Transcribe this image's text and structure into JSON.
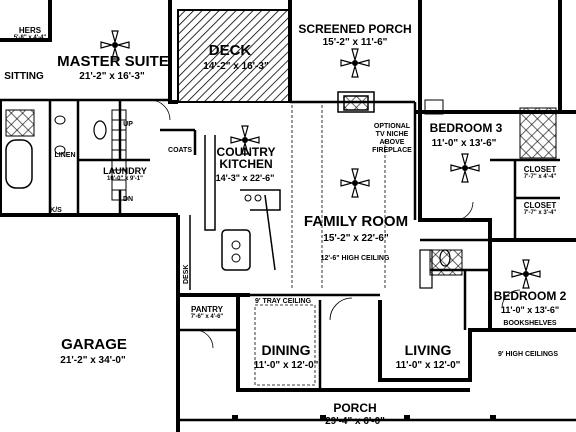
{
  "rooms": {
    "master_suite": {
      "name": "MASTER SUITE",
      "dims": "21'-2\" x 16'-3\""
    },
    "hers": {
      "name": "HERS",
      "dims": "5'-8\" x 4'-4\""
    },
    "sitting": {
      "name": "SITTING"
    },
    "deck": {
      "name": "DECK",
      "dims": "14'-2\" x 16'-3\""
    },
    "screened_porch": {
      "name": "SCREENED PORCH",
      "dims": "15'-2\" x 11'-6\""
    },
    "bedroom3": {
      "name": "BEDROOM 3",
      "dims": "11'-0\" x 13'-6\""
    },
    "closet_upper": {
      "name": "CLOSET",
      "dims": "7'-7\" x 4'-4\""
    },
    "closet_lower": {
      "name": "CLOSET",
      "dims": "7'-7\" x 3'-4\""
    },
    "linen": {
      "name": "LINEN"
    },
    "up": {
      "name": "UP"
    },
    "dn": {
      "name": "DN"
    },
    "coats": {
      "name": "COATS"
    },
    "laundry": {
      "name": "LAUNDRY",
      "dims": "10'-0\" x 9'-1\""
    },
    "ks": {
      "name": "K/S"
    },
    "country_kitchen": {
      "name": "COUNTRY",
      "name2": "KITCHEN",
      "dims": "14'-3\" x 22'-6\""
    },
    "fireplace_note": {
      "line1": "OPTIONAL",
      "line2": "TV NICHE",
      "line3": "ABOVE",
      "line4": "FIREPLACE"
    },
    "family_room": {
      "name": "FAMILY ROOM",
      "dims": "15'-2\" x 22'-6\"",
      "note": "12'-6\" HIGH CEILING"
    },
    "desk": {
      "name": "DESK"
    },
    "pantry": {
      "name": "PANTRY",
      "dims": "7'-6\" x 4'-6\""
    },
    "bedroom2": {
      "name": "BEDROOM 2",
      "dims": "11'-0\" x 13'-6\"",
      "note": "BOOKSHELVES"
    },
    "tray_ceiling": {
      "name": "9' TRAY CEILING"
    },
    "garage": {
      "name": "GARAGE",
      "dims": "21'-2\" x 34'-0\""
    },
    "dining": {
      "name": "DINING",
      "dims": "11'-0\" x 12'-0\""
    },
    "living": {
      "name": "LIVING",
      "dims": "11'-0\" x 12'-0\""
    },
    "high_ceilings": {
      "name": "9' HIGH CEILINGS"
    },
    "porch": {
      "name": "PORCH",
      "dims": "29'-4\" x 6'-0\""
    }
  },
  "icons": [
    "ceiling-fan-icon",
    "bathtub-icon",
    "toilet-icon",
    "sink-icon",
    "stove-icon",
    "fireplace-icon",
    "door-swing-icon"
  ]
}
